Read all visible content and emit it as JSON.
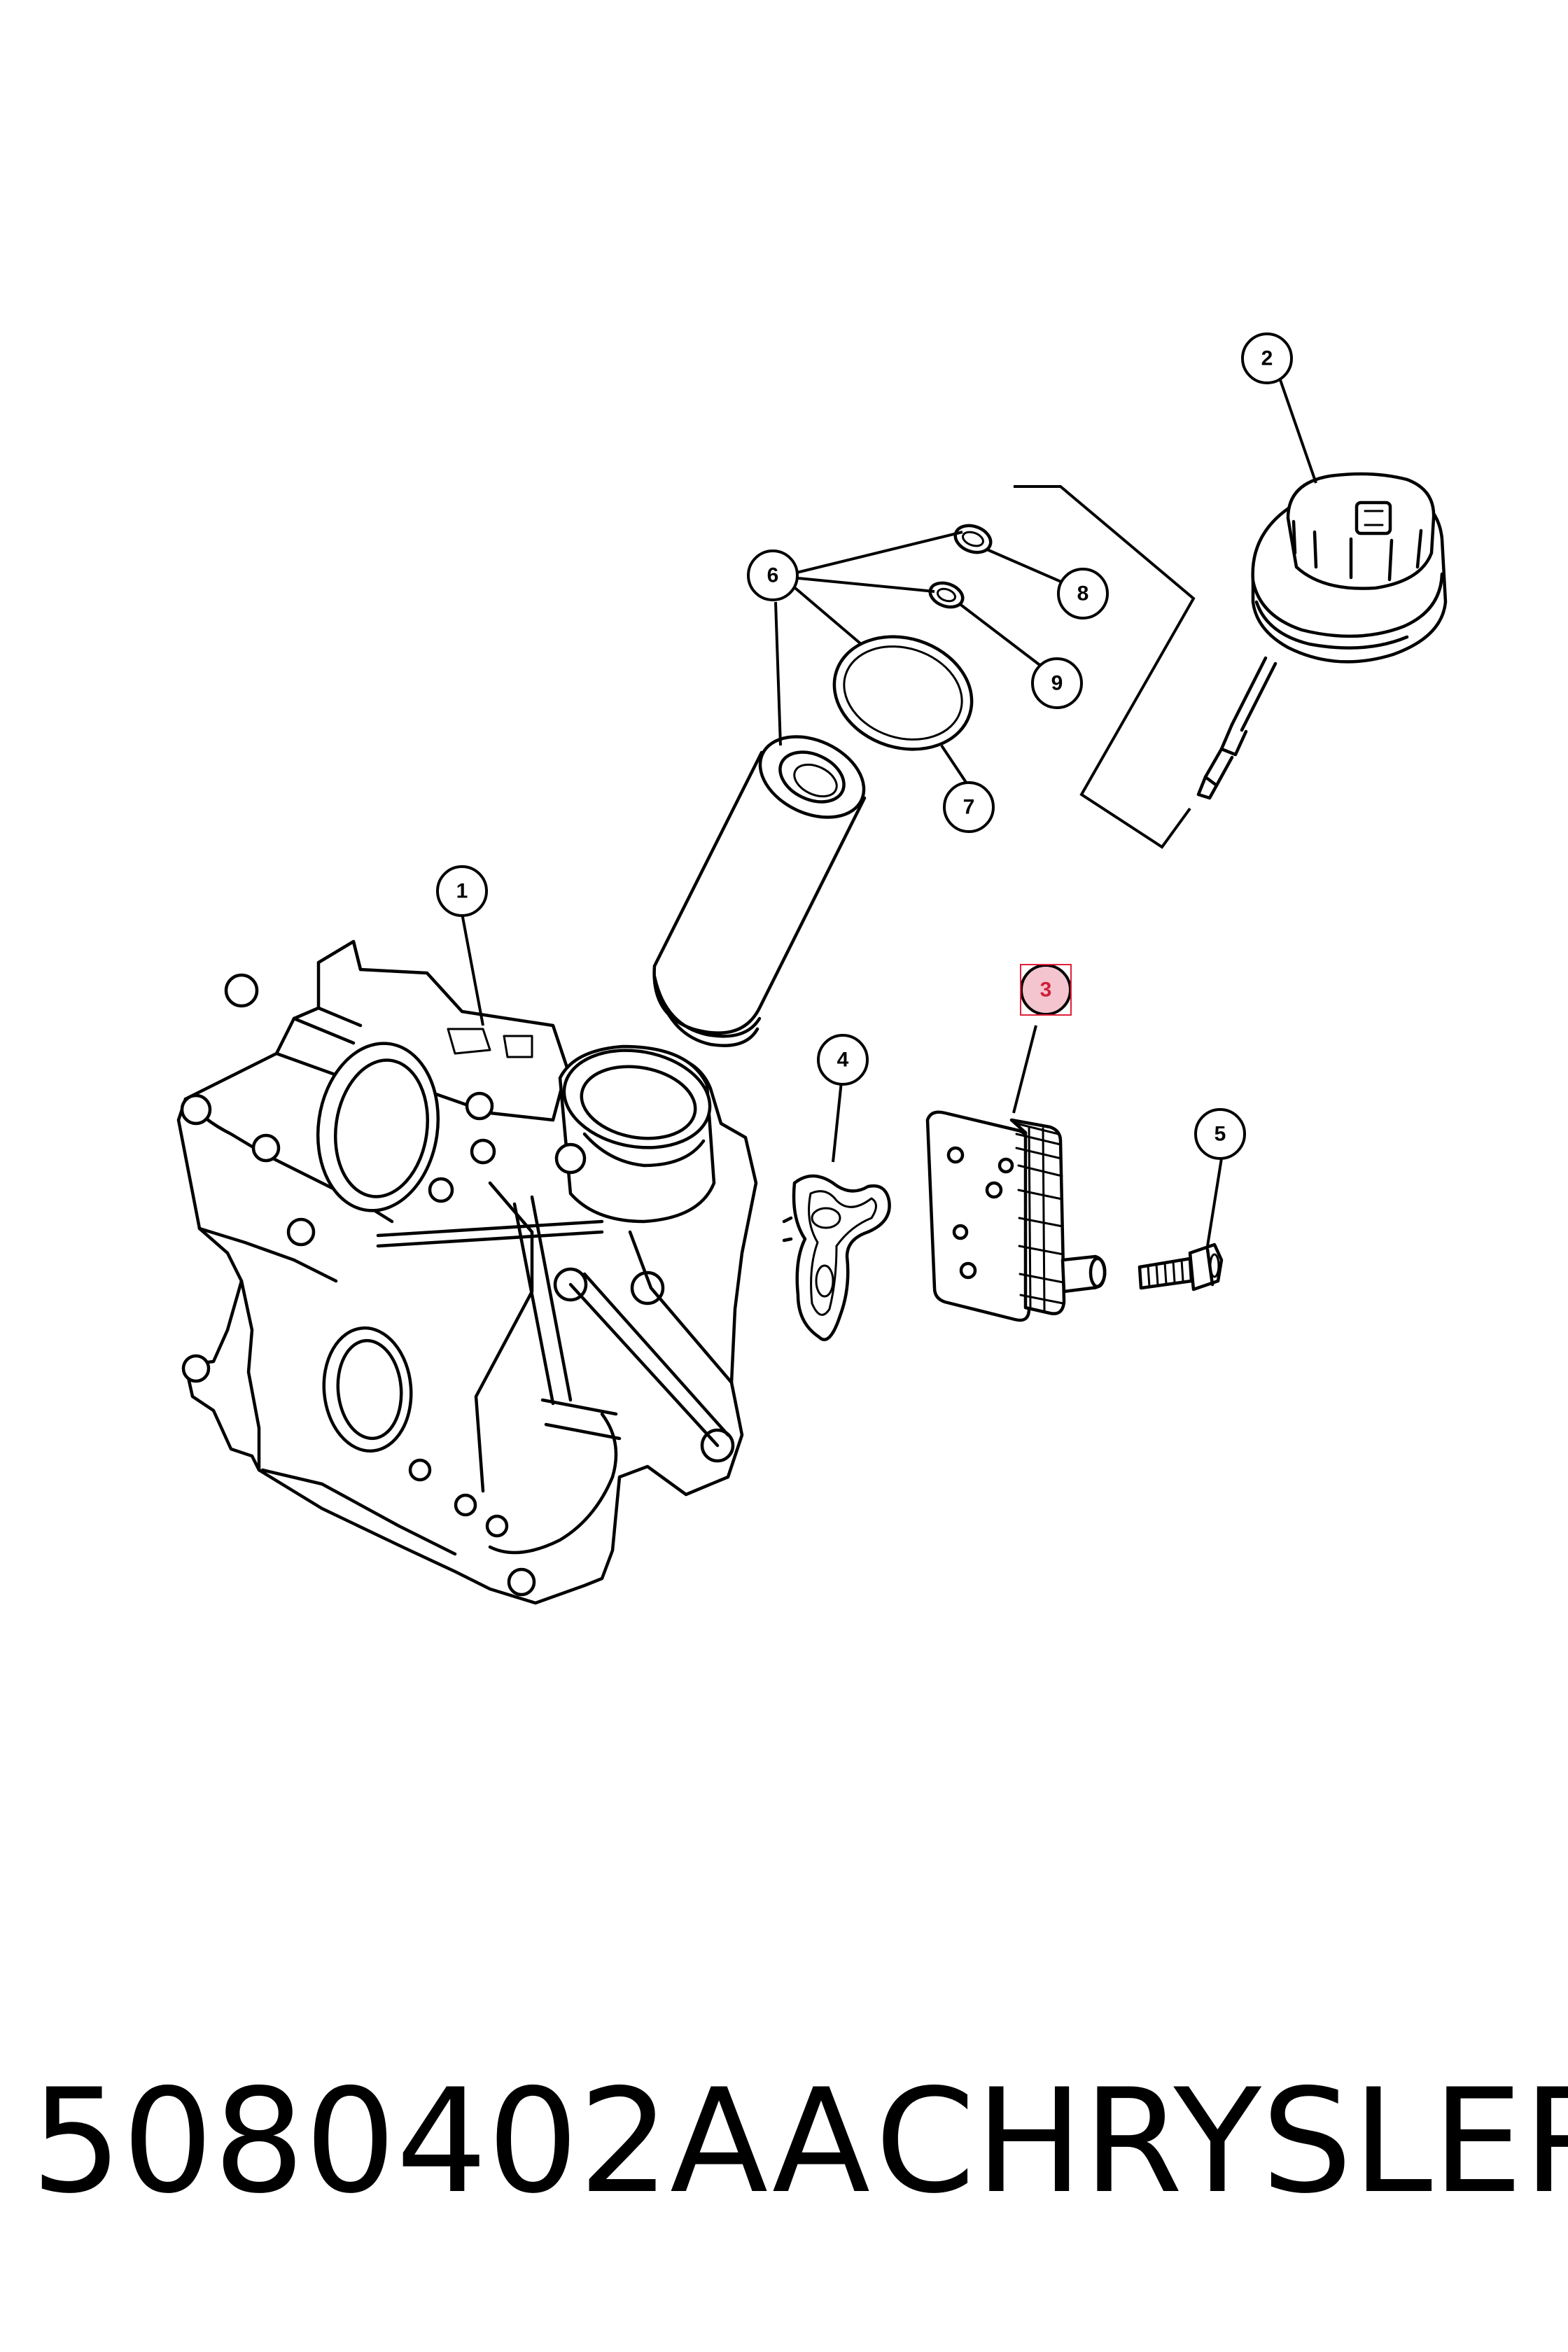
{
  "callouts": [
    {
      "id": "1",
      "label": "1"
    },
    {
      "id": "2",
      "label": "2"
    },
    {
      "id": "3",
      "label": "3",
      "highlighted": true
    },
    {
      "id": "4",
      "label": "4"
    },
    {
      "id": "5",
      "label": "5"
    },
    {
      "id": "6",
      "label": "6"
    },
    {
      "id": "7",
      "label": "7"
    },
    {
      "id": "8",
      "label": "8"
    },
    {
      "id": "9",
      "label": "9"
    }
  ],
  "footer": {
    "part_number": "5080402AA",
    "brand": "CHRYSLER"
  },
  "colors": {
    "highlight_fill": "#f4c4cf",
    "highlight_border": "#e0203a",
    "line": "#000000",
    "background": "#ffffff"
  }
}
